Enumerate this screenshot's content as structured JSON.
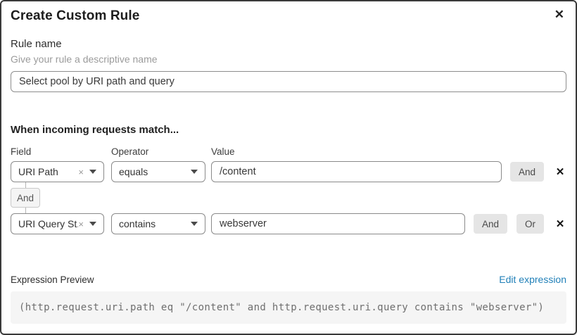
{
  "dialog": {
    "title": "Create Custom Rule"
  },
  "icons": {
    "close": "✕",
    "clear": "×",
    "remove": "✕"
  },
  "rule_name": {
    "label": "Rule name",
    "hint": "Give your rule a descriptive name",
    "value": "Select pool by URI path and query"
  },
  "matcher": {
    "heading": "When incoming requests match...",
    "columns": {
      "field": "Field",
      "operator": "Operator",
      "value": "Value"
    },
    "rows": [
      {
        "field": "URI Path",
        "operator": "equals",
        "value": "/content",
        "buttons": [
          "And"
        ]
      },
      {
        "field": "URI Query St...",
        "operator": "contains",
        "value": "webserver",
        "buttons": [
          "And",
          "Or"
        ]
      }
    ],
    "joiner": "And"
  },
  "expression": {
    "label": "Expression Preview",
    "edit_link": "Edit expression",
    "code": "(http.request.uri.path eq \"/content\" and http.request.uri.query contains \"webserver\")"
  },
  "colors": {
    "link": "#2180b8",
    "button_bg": "#e5e5e5",
    "code_bg": "#f5f5f5",
    "dialog_border": "#3a3a3a"
  }
}
